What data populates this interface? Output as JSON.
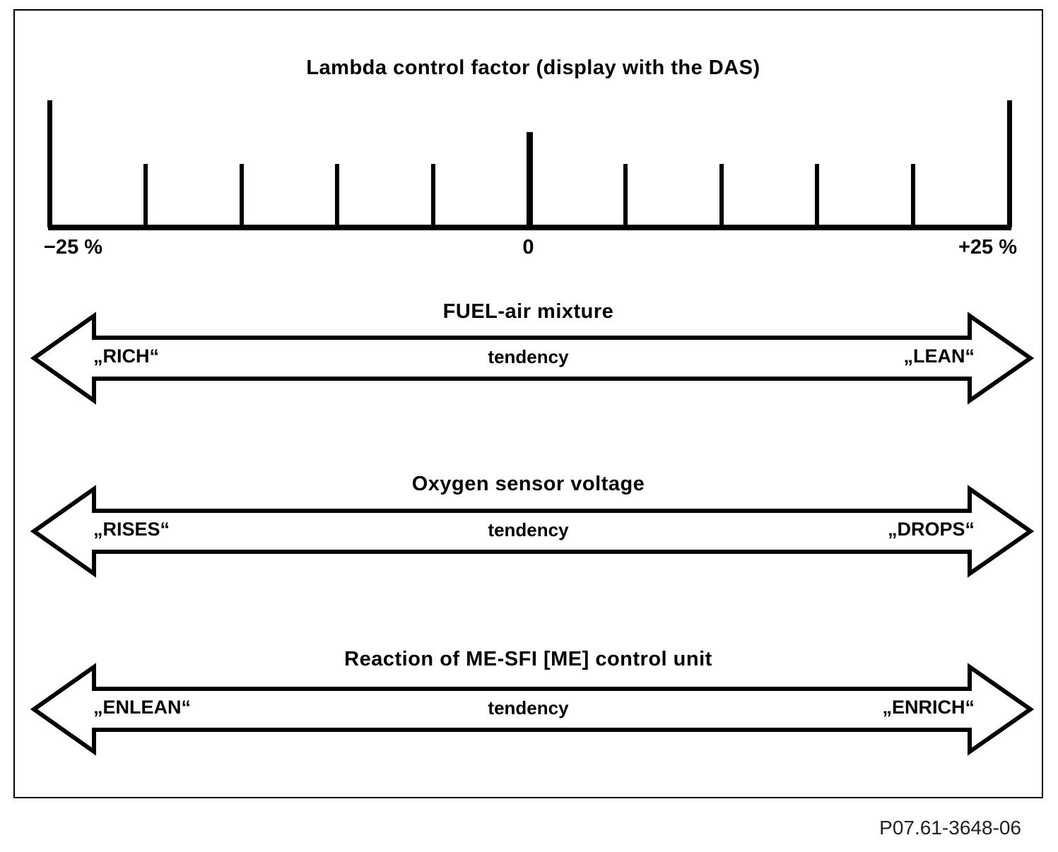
{
  "figure": {
    "title": "Lambda control factor (display with the DAS)",
    "reference_number": "P07.61-3648-06"
  },
  "colors": {
    "ink": "#000000",
    "background": "#ffffff"
  },
  "scale": {
    "axis_labels": {
      "left": "−25 %",
      "center": "0",
      "right": "+25 %"
    },
    "range_percent": [
      -25,
      25
    ],
    "ticks": [
      {
        "value": -25,
        "kind": "end"
      },
      {
        "value": -20,
        "kind": "minor"
      },
      {
        "value": -15,
        "kind": "minor"
      },
      {
        "value": -10,
        "kind": "minor"
      },
      {
        "value": -5,
        "kind": "minor"
      },
      {
        "value": 0,
        "kind": "zero"
      },
      {
        "value": 5,
        "kind": "minor"
      },
      {
        "value": 10,
        "kind": "minor"
      },
      {
        "value": 15,
        "kind": "minor"
      },
      {
        "value": 20,
        "kind": "minor"
      },
      {
        "value": 25,
        "kind": "end"
      }
    ]
  },
  "arrows": [
    {
      "title": "FUEL-air mixture",
      "left_label": "„RICH“",
      "center_label": "tendency",
      "right_label": "„LEAN“"
    },
    {
      "title": "Oxygen sensor voltage",
      "left_label": "„RISES“",
      "center_label": "tendency",
      "right_label": "„DROPS“"
    },
    {
      "title": "Reaction of ME-SFI [ME] control unit",
      "left_label": "„ENLEAN“",
      "center_label": "tendency",
      "right_label": "„ENRICH“"
    }
  ]
}
